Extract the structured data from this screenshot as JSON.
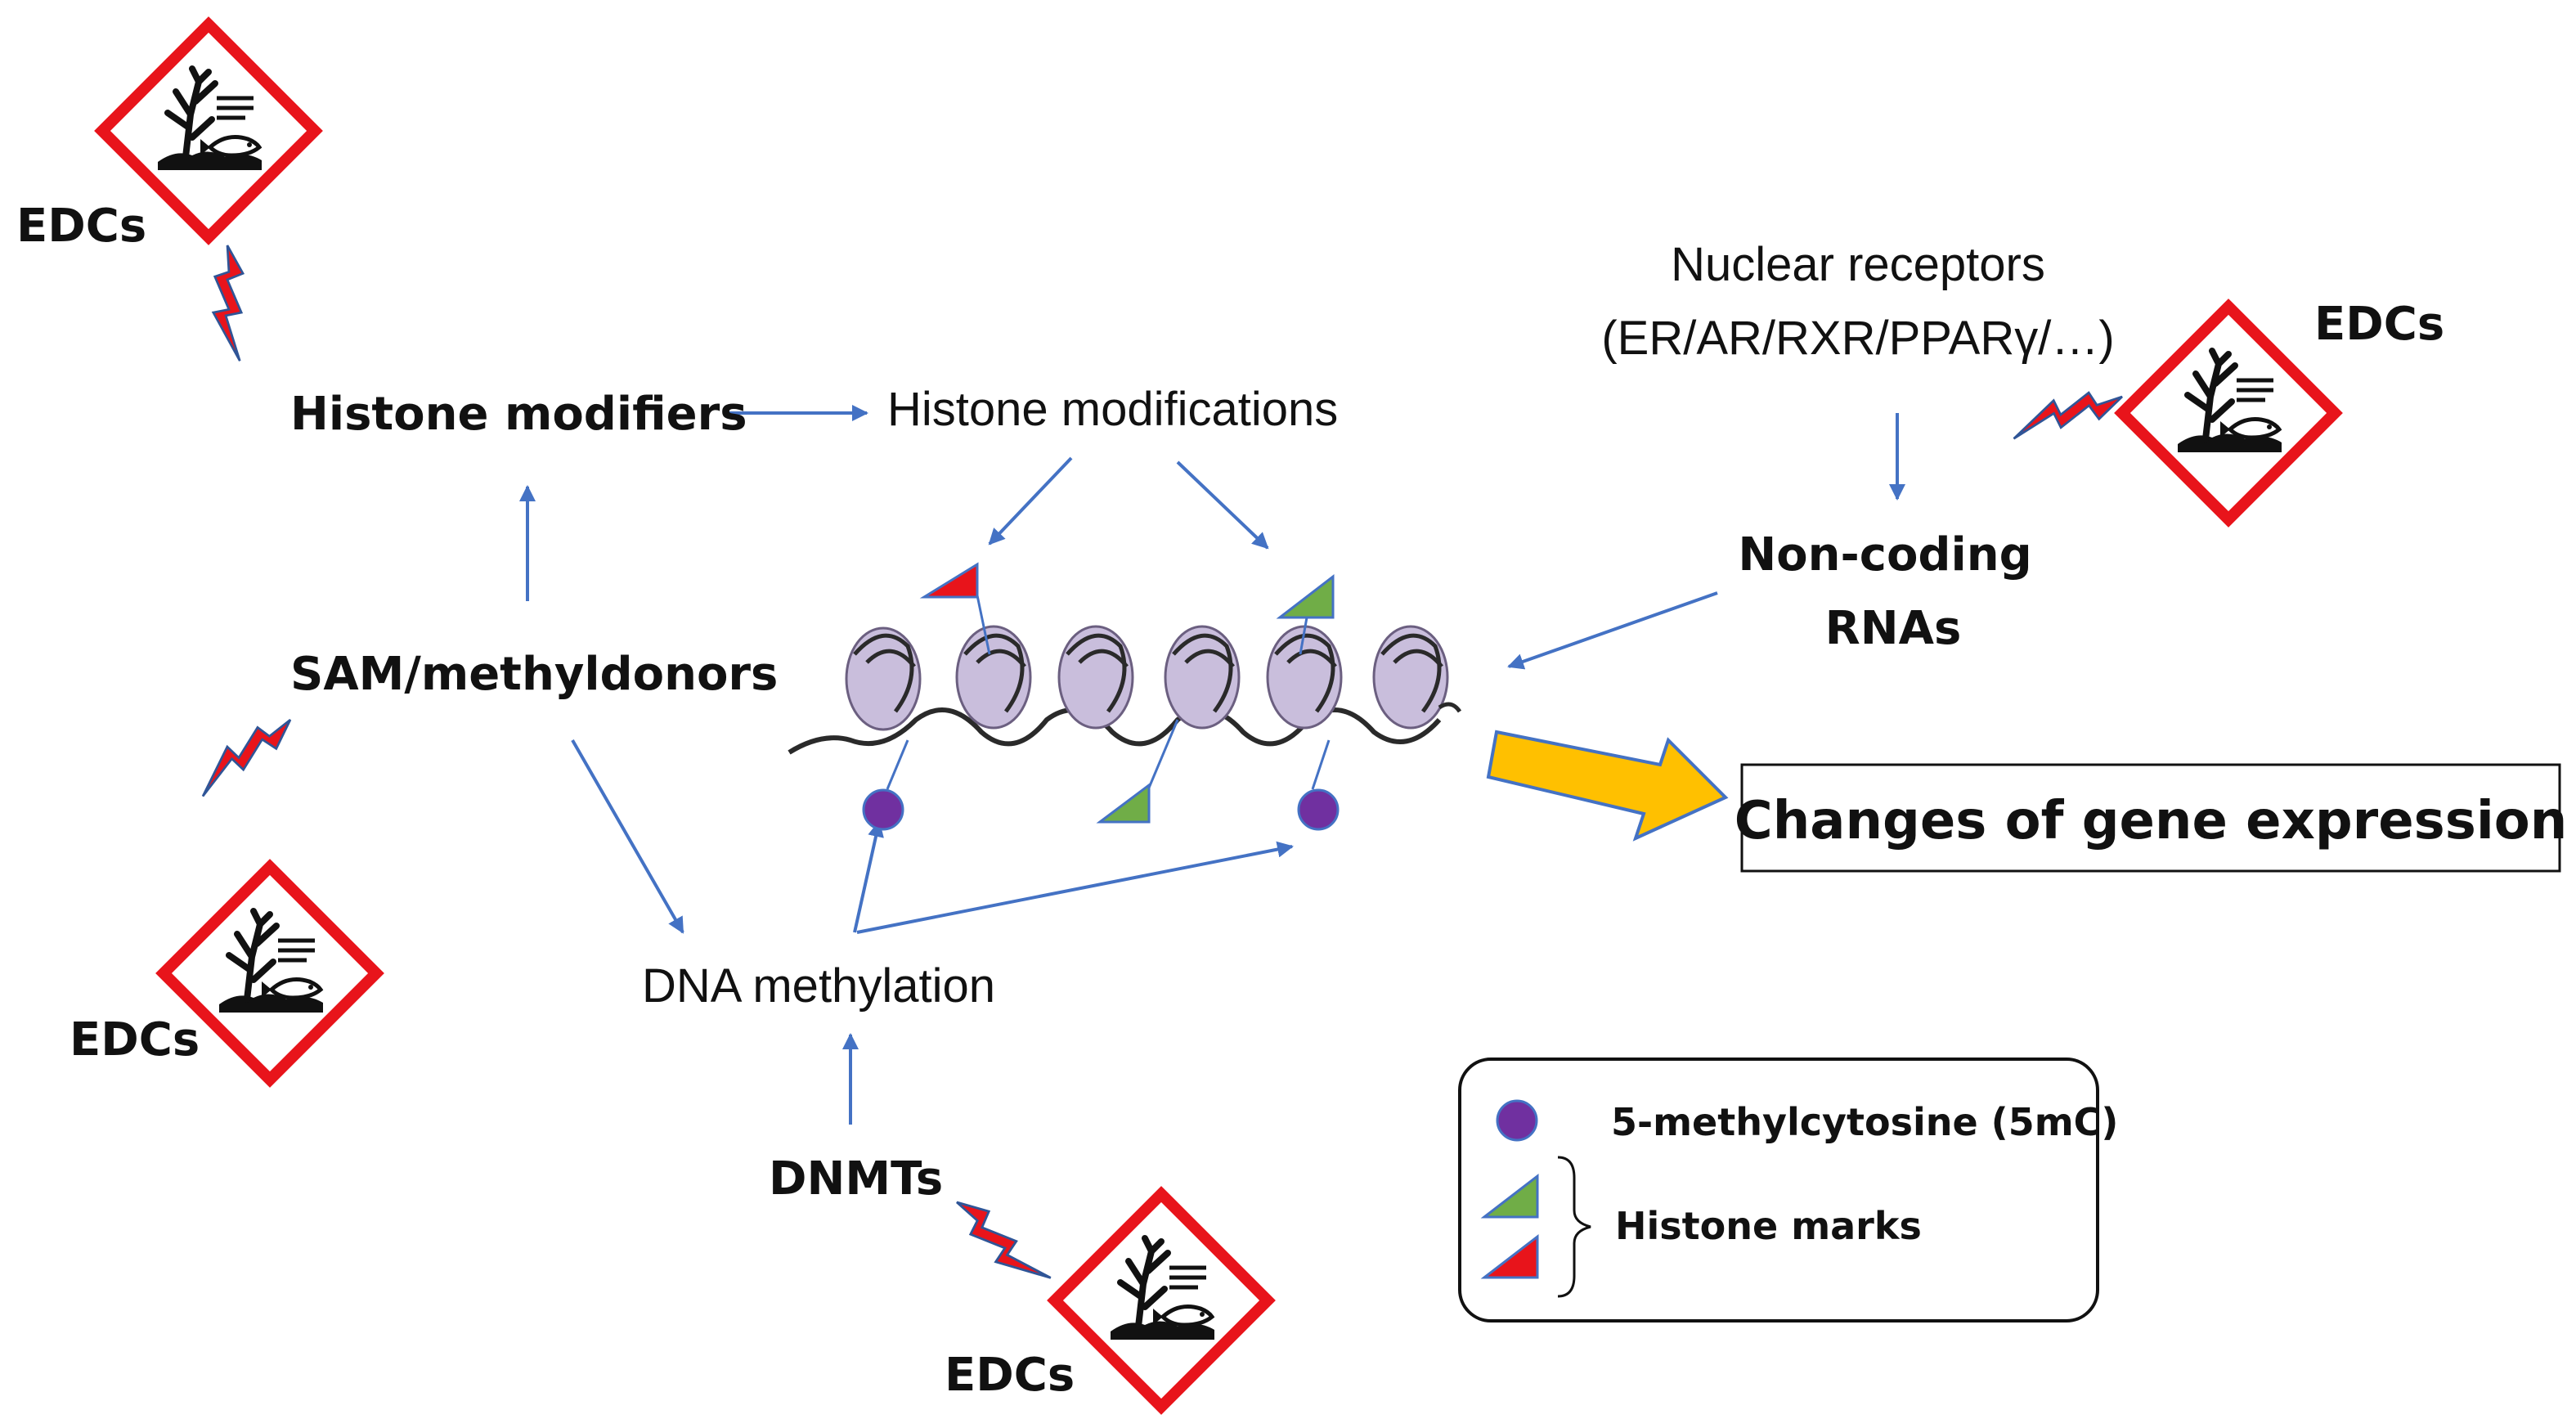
{
  "nodes": {
    "histone_modifiers": "Histone modifiers",
    "histone_modifications": "Histone modifications",
    "sam_methyldonors": "SAM/methyldonors",
    "dna_methylation": "DNA methylation",
    "dnmts": "DNMTs",
    "nuclear_receptors_line1": "Nuclear receptors",
    "nuclear_receptors_line2": "(ER/AR/RXR/PPARγ/…)",
    "noncoding_line1": "Non-coding",
    "noncoding_line2": "RNAs",
    "outcome": "Changes of gene expression"
  },
  "edc_labels": {
    "top_left": "EDCs",
    "left_middle": "EDCs",
    "bottom": "EDCs",
    "right": "EDCs"
  },
  "legend": {
    "methylcytosine": "5-methylcytosine (5mC)",
    "histone_marks": "Histone marks"
  },
  "icons": {
    "hazard": "environmental-hazard-icon",
    "lightning": "lightning-bolt-icon",
    "nucleosome": "nucleosome-chromatin-icon"
  },
  "colors": {
    "arrow": "#4472C4",
    "hazard_border": "#E8141B",
    "lightning": "#E8141B",
    "methyl_dot": "#7030A0",
    "mark_green": "#70AD47",
    "mark_red": "#E8141B",
    "big_arrow": "#FFC000",
    "nucleosome": "#C9BEDC"
  }
}
